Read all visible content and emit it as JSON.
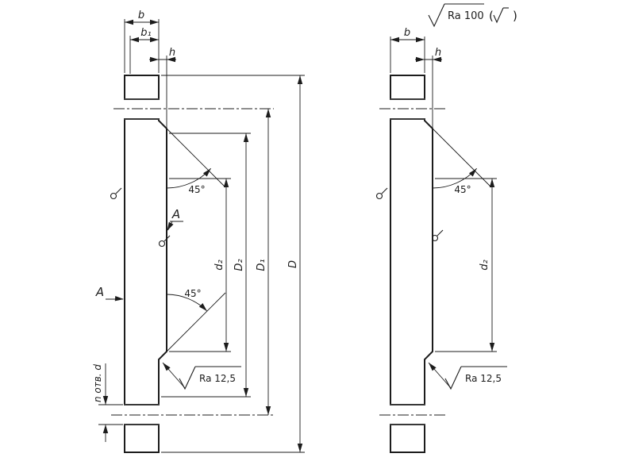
{
  "colors": {
    "line": "#1c1c1c",
    "background": "#ffffff"
  },
  "general_roughness_note": {
    "value": "Ra 100",
    "paren_open": "(",
    "paren_close": ")"
  },
  "left_view": {
    "dimensions": {
      "b": "b",
      "b1": "b₁",
      "h": "h",
      "d2": "d₂",
      "D2": "D₂",
      "D1": "D₁",
      "D": "D",
      "angle_top": "45°",
      "angle_bottom": "45°",
      "holes": "n отв. d"
    },
    "surface_labels": {
      "top": "A",
      "left": "A"
    },
    "roughness_note": "Ra 12,5"
  },
  "right_view": {
    "dimensions": {
      "b": "b",
      "h": "h",
      "d2": "d₂",
      "angle_top": "45°"
    },
    "roughness_note": "Ra 12,5"
  }
}
